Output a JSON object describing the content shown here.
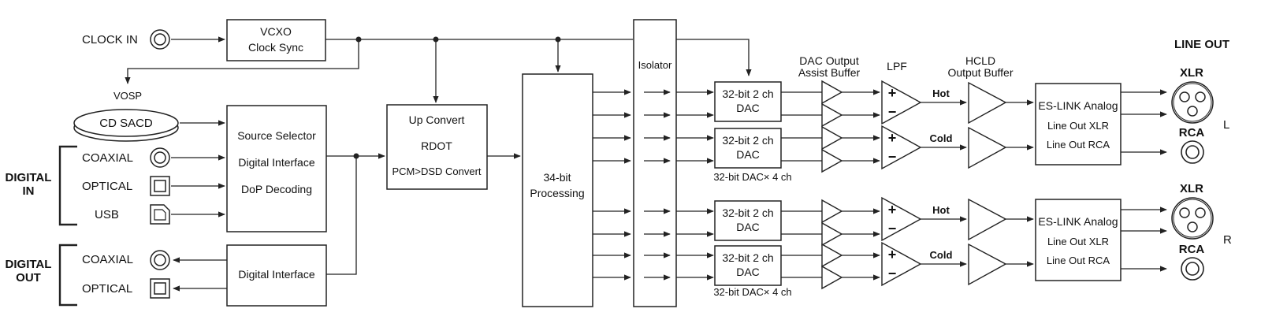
{
  "inputs": {
    "clock_in": "CLOCK IN",
    "vosp": "VOSP",
    "disc": "CD  SACD",
    "digital_in_group": [
      "DIGITAL",
      "IN"
    ],
    "digital_out_group": [
      "DIGITAL",
      "OUT"
    ],
    "in_coaxial": "COAXIAL",
    "in_optical": "OPTICAL",
    "in_usb": "USB",
    "out_coaxial": "COAXIAL",
    "out_optical": "OPTICAL"
  },
  "blocks": {
    "vcxo": [
      "VCXO",
      "Clock Sync"
    ],
    "source_selector": [
      "Source Selector",
      "Digital Interface",
      "DoP Decoding"
    ],
    "digital_interface_out": "Digital Interface",
    "up_convert": [
      "Up Convert",
      "RDOT",
      "PCM>DSD Convert"
    ],
    "processing": [
      "34-bit",
      "Processing"
    ],
    "isolator": "Isolator",
    "dac": [
      "32-bit 2 ch",
      "DAC"
    ],
    "dac_group_label": "32-bit DAC× 4 ch",
    "dac_buffer_label": [
      "DAC Output",
      "Assist Buffer"
    ],
    "lpf_label": "LPF",
    "hcld_label": [
      "HCLD",
      "Output Buffer"
    ],
    "eslink": [
      "ES-LINK Analog",
      "Line Out XLR",
      "Line Out RCA"
    ],
    "hot": "Hot",
    "cold": "Cold",
    "plus": "+",
    "minus": "−"
  },
  "outputs": {
    "line_out": "LINE OUT",
    "xlr": "XLR",
    "rca": "RCA",
    "left": "L",
    "right": "R"
  },
  "colors": {
    "stroke": "#222222",
    "text": "#111111",
    "background": "#ffffff"
  }
}
